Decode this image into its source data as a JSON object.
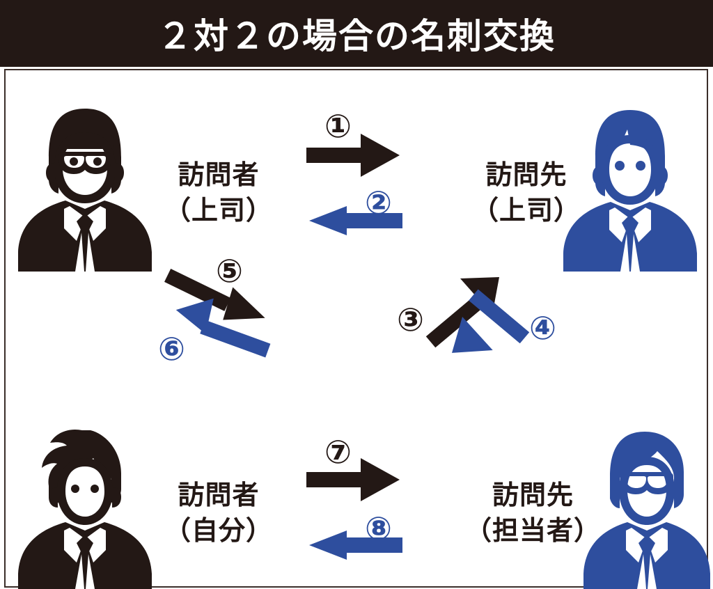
{
  "header": {
    "title": "２対２の場合の名刺交換",
    "background_color": "#231815",
    "text_color": "#ffffff"
  },
  "colors": {
    "black": "#231815",
    "blue": "#2e4e9e",
    "frame_border": "#3a2d29",
    "page_background": "#ffffff"
  },
  "people": [
    {
      "id": "person-top-left",
      "icon": "businessman-with-glasses-icon",
      "color": "#231815",
      "side": "visitor",
      "rank": "boss",
      "label_line1": "訪問者",
      "label_line2": "（上司）"
    },
    {
      "id": "person-top-right",
      "icon": "businessman-icon",
      "color": "#2e4e9e",
      "side": "host",
      "rank": "boss",
      "label_line1": "訪問先",
      "label_line2": "（上司）"
    },
    {
      "id": "person-bottom-left",
      "icon": "young-businessman-icon",
      "color": "#231815",
      "side": "visitor",
      "rank": "self",
      "label_line1": "訪問者",
      "label_line2": "（自分）"
    },
    {
      "id": "person-bottom-right",
      "icon": "businessman-with-glasses-icon",
      "color": "#2e4e9e",
      "side": "host",
      "rank": "staff",
      "label_line1": "訪問先",
      "label_line2": "（担当者）"
    }
  ],
  "steps": [
    {
      "number": "①",
      "color": "#231815",
      "direction": "right",
      "from": "visitor-boss",
      "to": "host-boss"
    },
    {
      "number": "②",
      "color": "#2e4e9e",
      "direction": "left",
      "from": "host-boss",
      "to": "visitor-boss"
    },
    {
      "number": "③",
      "color": "#231815",
      "direction": "up-right",
      "from": "visitor-self",
      "to": "host-boss"
    },
    {
      "number": "④",
      "color": "#2e4e9e",
      "direction": "down-left",
      "from": "host-boss",
      "to": "visitor-self"
    },
    {
      "number": "⑤",
      "color": "#231815",
      "direction": "down-right",
      "from": "visitor-boss",
      "to": "host-staff"
    },
    {
      "number": "⑥",
      "color": "#2e4e9e",
      "direction": "up-left",
      "from": "host-staff",
      "to": "visitor-boss"
    },
    {
      "number": "⑦",
      "color": "#231815",
      "direction": "right",
      "from": "visitor-self",
      "to": "host-staff"
    },
    {
      "number": "⑧",
      "color": "#2e4e9e",
      "direction": "left",
      "from": "host-staff",
      "to": "visitor-self"
    }
  ]
}
